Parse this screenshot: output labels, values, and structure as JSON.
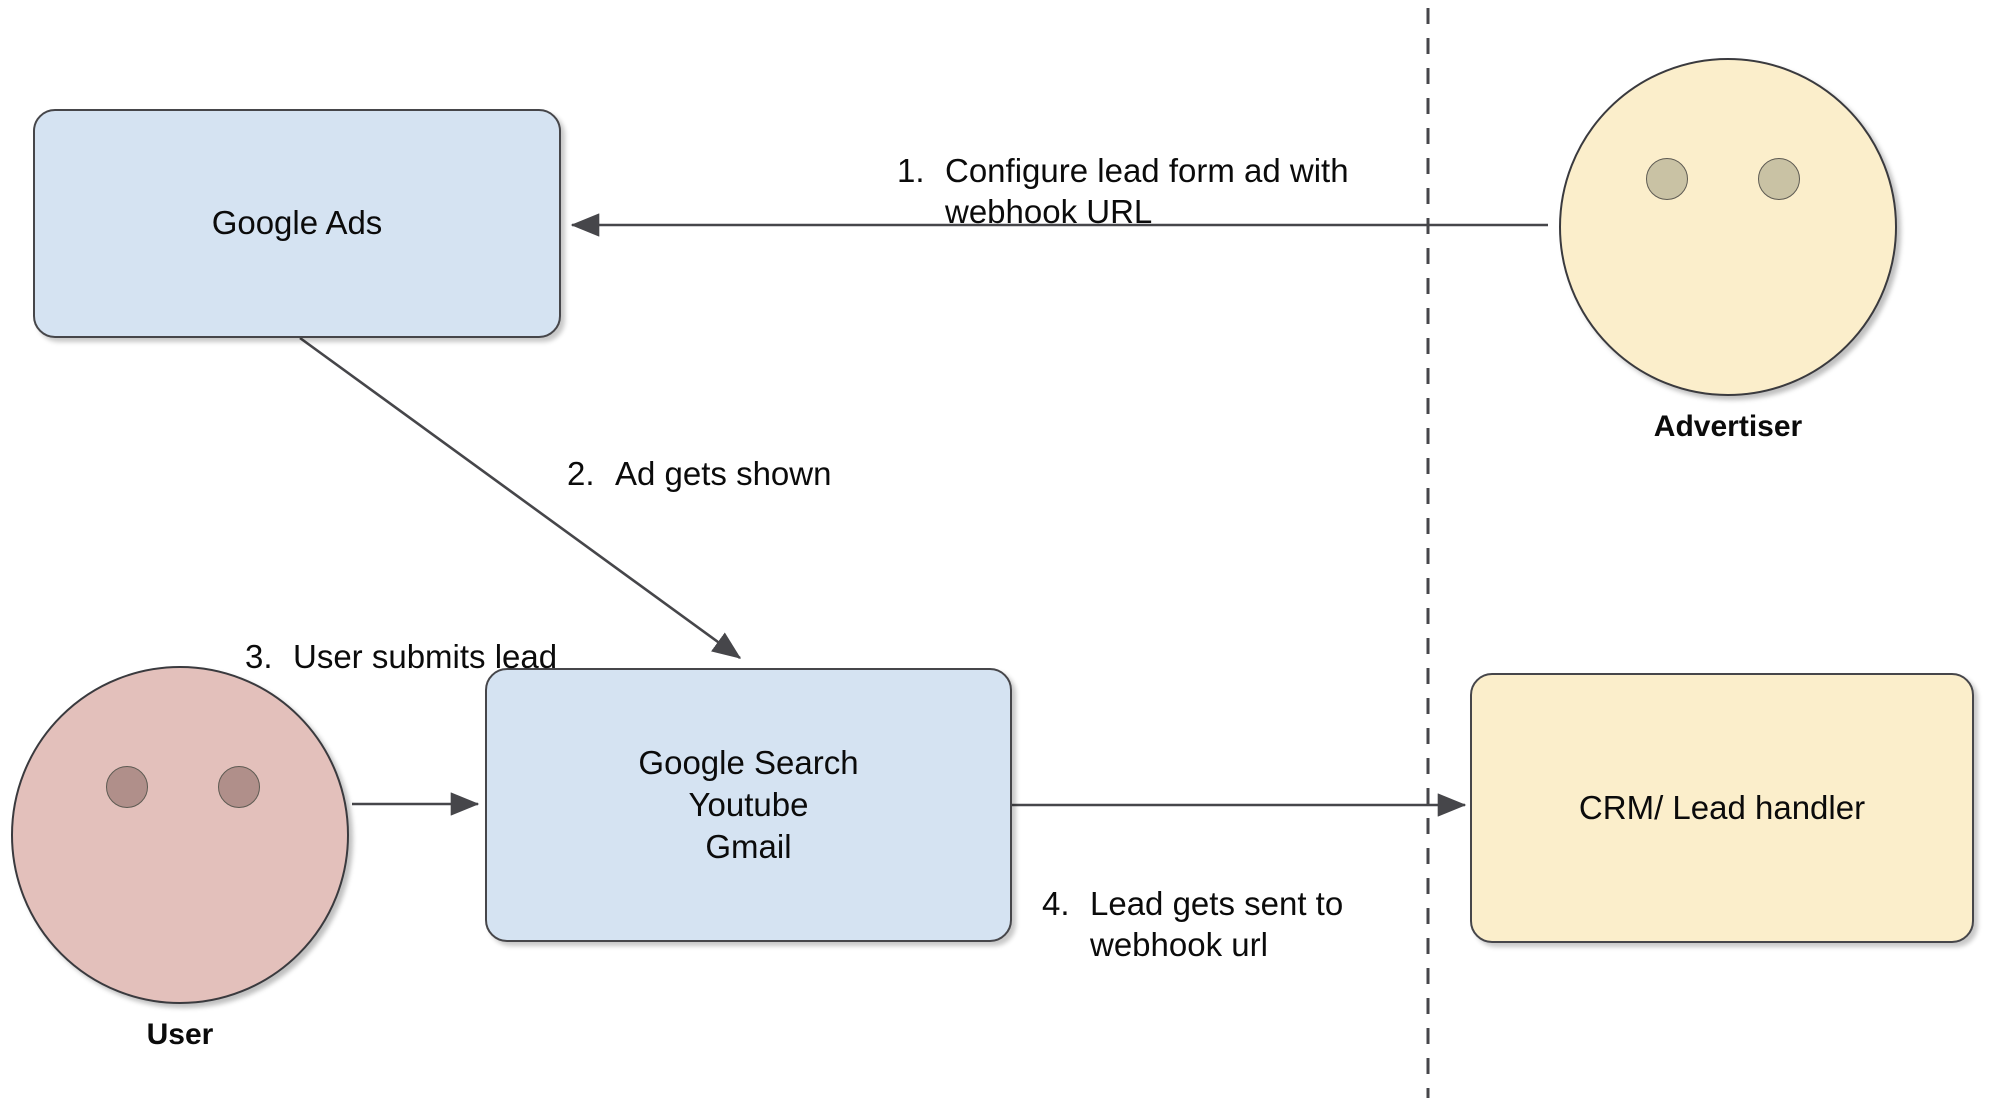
{
  "diagram": {
    "title": "Google Ads lead form webhook flow",
    "colors": {
      "box_blue": "#d5e3f2",
      "box_yellow": "#fbeecb",
      "face_advertiser": "#fbeecb",
      "face_user": "#e3c0bb",
      "eye_advertiser": "#c9c2a4",
      "eye_user": "#b08f8a",
      "stroke": "#46464a",
      "background": "#ffffff"
    },
    "nodes": {
      "google_ads": {
        "label": "Google Ads",
        "shape": "rounded-rect",
        "fill": "#d5e3f2"
      },
      "google_properties": {
        "label": "Google Search\nYoutube\nGmail",
        "line1": "Google Search",
        "line2": "Youtube",
        "line3": "Gmail",
        "shape": "rounded-rect",
        "fill": "#d5e3f2"
      },
      "crm": {
        "label": "CRM/ Lead handler",
        "shape": "rounded-rect",
        "fill": "#fbeecb"
      },
      "advertiser": {
        "label": "Advertiser",
        "shape": "smiley-circle",
        "fill": "#fbeecb"
      },
      "user": {
        "label": "User",
        "shape": "smiley-circle",
        "fill": "#e3c0bb"
      }
    },
    "edges": [
      {
        "number": "1.",
        "text": "Configure lead form ad with\nwebhook URL",
        "line1": "Configure lead form ad with",
        "line2": "webhook URL",
        "from": "advertiser",
        "to": "google_ads",
        "direction": "right-to-left"
      },
      {
        "number": "2.",
        "text": "Ad gets shown",
        "line1": "Ad gets shown",
        "from": "google_ads",
        "to": "google_properties",
        "direction": "diagonal-down-right"
      },
      {
        "number": "3.",
        "text": "User submits lead",
        "line1": "User submits lead",
        "from": "user",
        "to": "google_properties",
        "direction": "left-to-right"
      },
      {
        "number": "4.",
        "text": "Lead gets sent to\nwebhook url",
        "line1": "Lead gets sent to",
        "line2": "webhook url",
        "from": "google_properties",
        "to": "crm",
        "direction": "left-to-right"
      }
    ],
    "divider": {
      "style": "dashed",
      "orientation": "vertical",
      "color": "#46464a"
    }
  }
}
